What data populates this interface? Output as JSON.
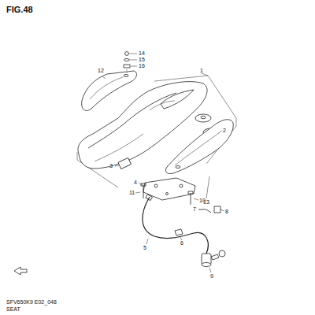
{
  "diagram": {
    "title": "FIG.48",
    "labels": [
      "14",
      "15",
      "16",
      "12",
      "1",
      "2",
      "3",
      "4",
      "11",
      "10",
      "7",
      "8",
      "13",
      "5",
      "6",
      "9",
      "SFV650K9 E02_048",
      "SEAT"
    ]
  }
}
